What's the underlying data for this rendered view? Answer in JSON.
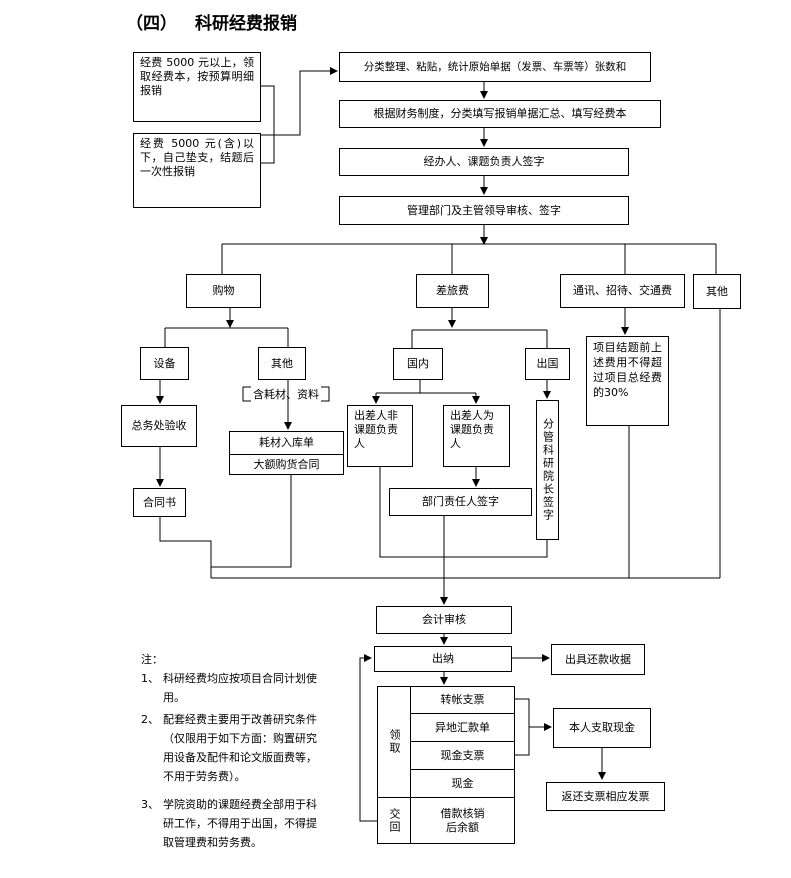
{
  "title": {
    "num": "（四）",
    "text": "科研经费报销"
  },
  "left_boxes": {
    "over_5000": "经费 5000 元以上，领取经费本，按预算明细报销",
    "under_5000": "经费 5000 元(含)以下，自己垫支，结题后一次性报销"
  },
  "steps": {
    "classify": "分类整理、粘贴，统计原始单据（发票、车票等）张数和",
    "fill_book": "根据财务制度，分类填写报销单据汇总、填写经费本",
    "sign_handler": "经办人、课题负责人签字",
    "dept_review": "管理部门及主管领导审核、签字"
  },
  "categories": {
    "shopping": "购物",
    "travel": "差旅费",
    "comm": "通讯、招待、交通费",
    "other": "其他"
  },
  "shopping": {
    "equipment": "设备",
    "other": "其他",
    "materials": "含耗材、资料",
    "acceptance": "总务处验收",
    "contract": "合同书",
    "warehouse": "耗材入库单",
    "purchase_contract": "大额购货合同"
  },
  "travel": {
    "domestic": "国内",
    "abroad": "出国",
    "non_leader": "出差人非课题负责人",
    "leader": "出差人为课题负责人",
    "dept_sign": "部门责任人签字",
    "vp_sign": "分管科研院长签字"
  },
  "comm_note": "项目结题前上述费用不得超过项目总经费的30%",
  "audit": "会计审核",
  "cashier": "出纳",
  "receipt": "出具还款收据",
  "collect": {
    "label": "领取",
    "items": [
      "转帐支票",
      "异地汇款单",
      "现金支票",
      "现金"
    ]
  },
  "returns": {
    "label": "交回",
    "item": "借款核销后余额"
  },
  "personal_cash": "本人支取现金",
  "return_invoice": "返还支票相应发票",
  "notes": {
    "heading": "注：",
    "items": [
      {
        "num": "1、",
        "text": "科研经费均应按项目合同计划使用。"
      },
      {
        "num": "2、",
        "text": "配套经费主要用于改善研究条件（仅限用于如下方面：购置研究用设备及配件和论文版面费等，不用于劳务费）。"
      },
      {
        "num": "3、",
        "text": "学院资助的课题经费全部用于科研工作，不得用于出国，不得提取管理费和劳务费。"
      }
    ]
  }
}
